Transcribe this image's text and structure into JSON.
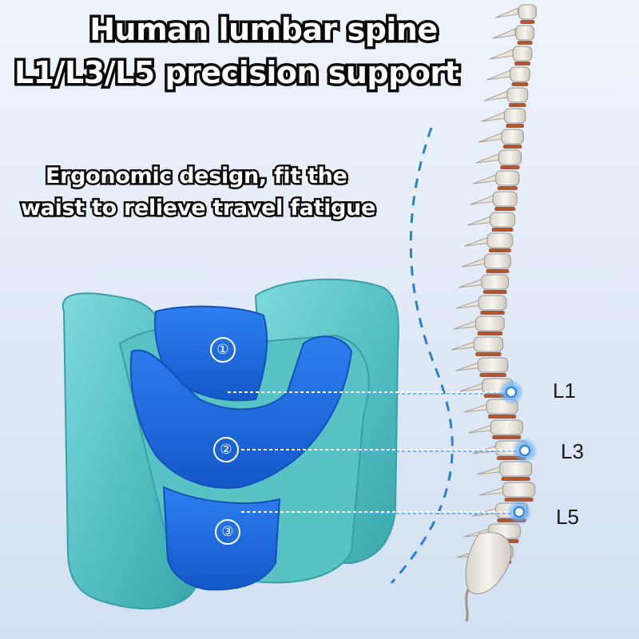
{
  "headline": {
    "line1": "Human lumbar spine",
    "line2": "L1/L3/L5 precision support"
  },
  "subheadline": {
    "line1": "Ergonomic design, fit the",
    "line2": "waist to relieve travel fatigue"
  },
  "zones": [
    "①",
    "②",
    "③"
  ],
  "vertebra_labels": [
    "L1",
    "L3",
    "L5"
  ],
  "colors": {
    "background": "#e3ecf7",
    "pillow_outer": "#5fc7c9",
    "pillow_inner": "#1f6fe0",
    "bone": "#f1ede6",
    "disc": "#b3562e",
    "guide_dash": "#2f7fd1",
    "marker_glow": "#4aa3ff"
  }
}
